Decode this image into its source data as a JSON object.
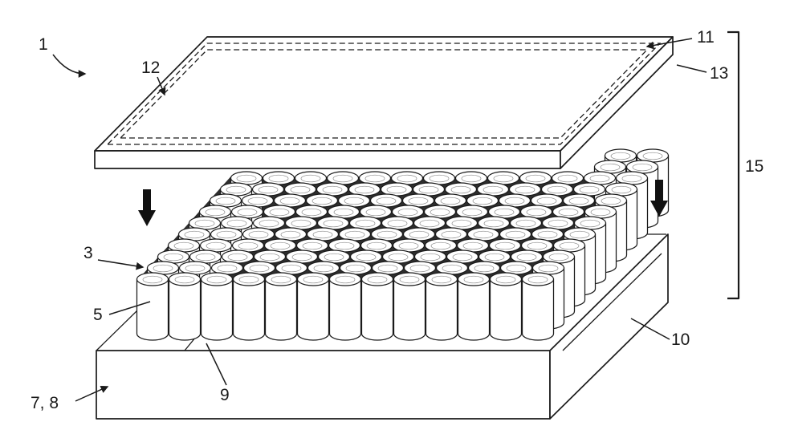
{
  "figure": {
    "colors": {
      "background": "#ffffff",
      "line": "#1a1a1a",
      "cell_gap_shade": "#2e2e2e",
      "arrow_fill": "#111111"
    },
    "icons": [
      {
        "name": "down-arrow-left"
      },
      {
        "name": "down-arrow-right"
      },
      {
        "name": "bracket-right"
      }
    ],
    "labels": [
      {
        "id": "1",
        "text": "1"
      },
      {
        "id": "12",
        "text": "12"
      },
      {
        "id": "11",
        "text": "11"
      },
      {
        "id": "13",
        "text": "13"
      },
      {
        "id": "15",
        "text": "15"
      },
      {
        "id": "3",
        "text": "3"
      },
      {
        "id": "5",
        "text": "5"
      },
      {
        "id": "9",
        "text": "9"
      },
      {
        "id": "10",
        "text": "10"
      },
      {
        "id": "7_8",
        "text": "7, 8"
      }
    ]
  }
}
